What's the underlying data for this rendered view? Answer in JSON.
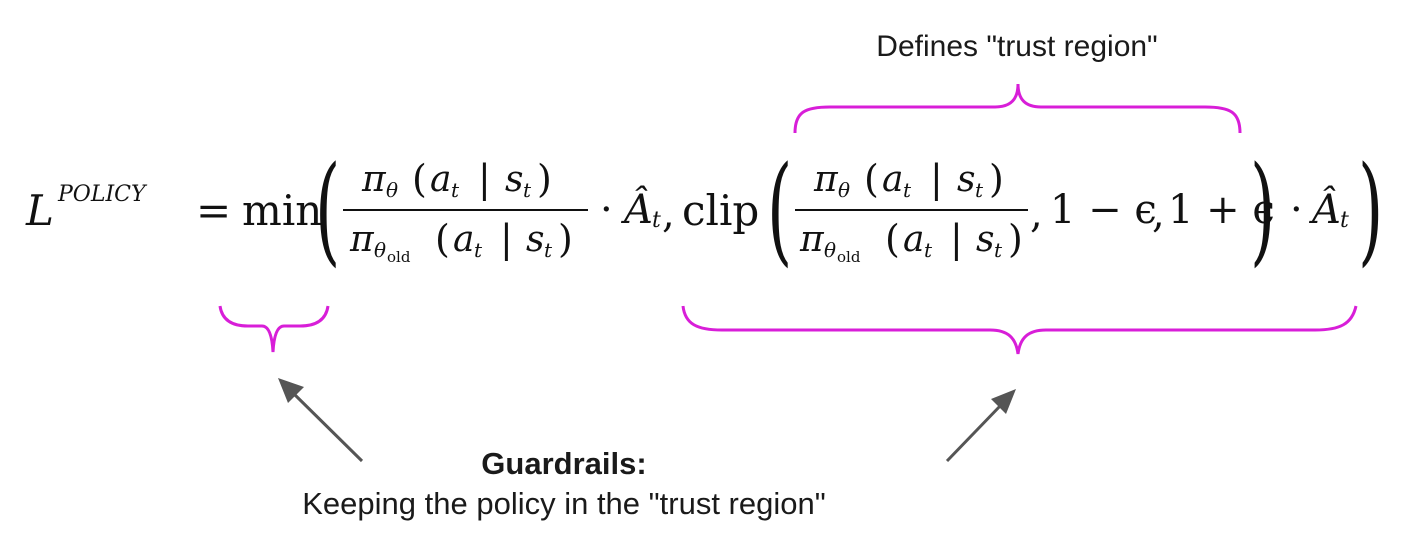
{
  "annotations": {
    "top_brace_label": "Defines \"trust region\"",
    "guardrails_title": "Guardrails:",
    "guardrails_subtitle": "Keeping the policy in the \"trust region\""
  },
  "formula": {
    "lhs_symbol": "L",
    "lhs_superscript": "POLICY",
    "equals": "=",
    "min_op": "min",
    "clip_op": "clip",
    "pi": "π",
    "theta": "θ",
    "old_subscript": "old",
    "action": "a",
    "state": "s",
    "time_index": "t",
    "given_bar": "|",
    "advantage": "Â",
    "dot": "·",
    "comma": ",",
    "one_minus_eps": "1 − ϵ",
    "one_plus_eps": "1 + ϵ",
    "open_paren": "(",
    "close_paren": ")"
  },
  "colors": {
    "brace_accent": "#d81ed8",
    "arrow": "#555555",
    "text": "#111111",
    "background": "#ffffff"
  }
}
